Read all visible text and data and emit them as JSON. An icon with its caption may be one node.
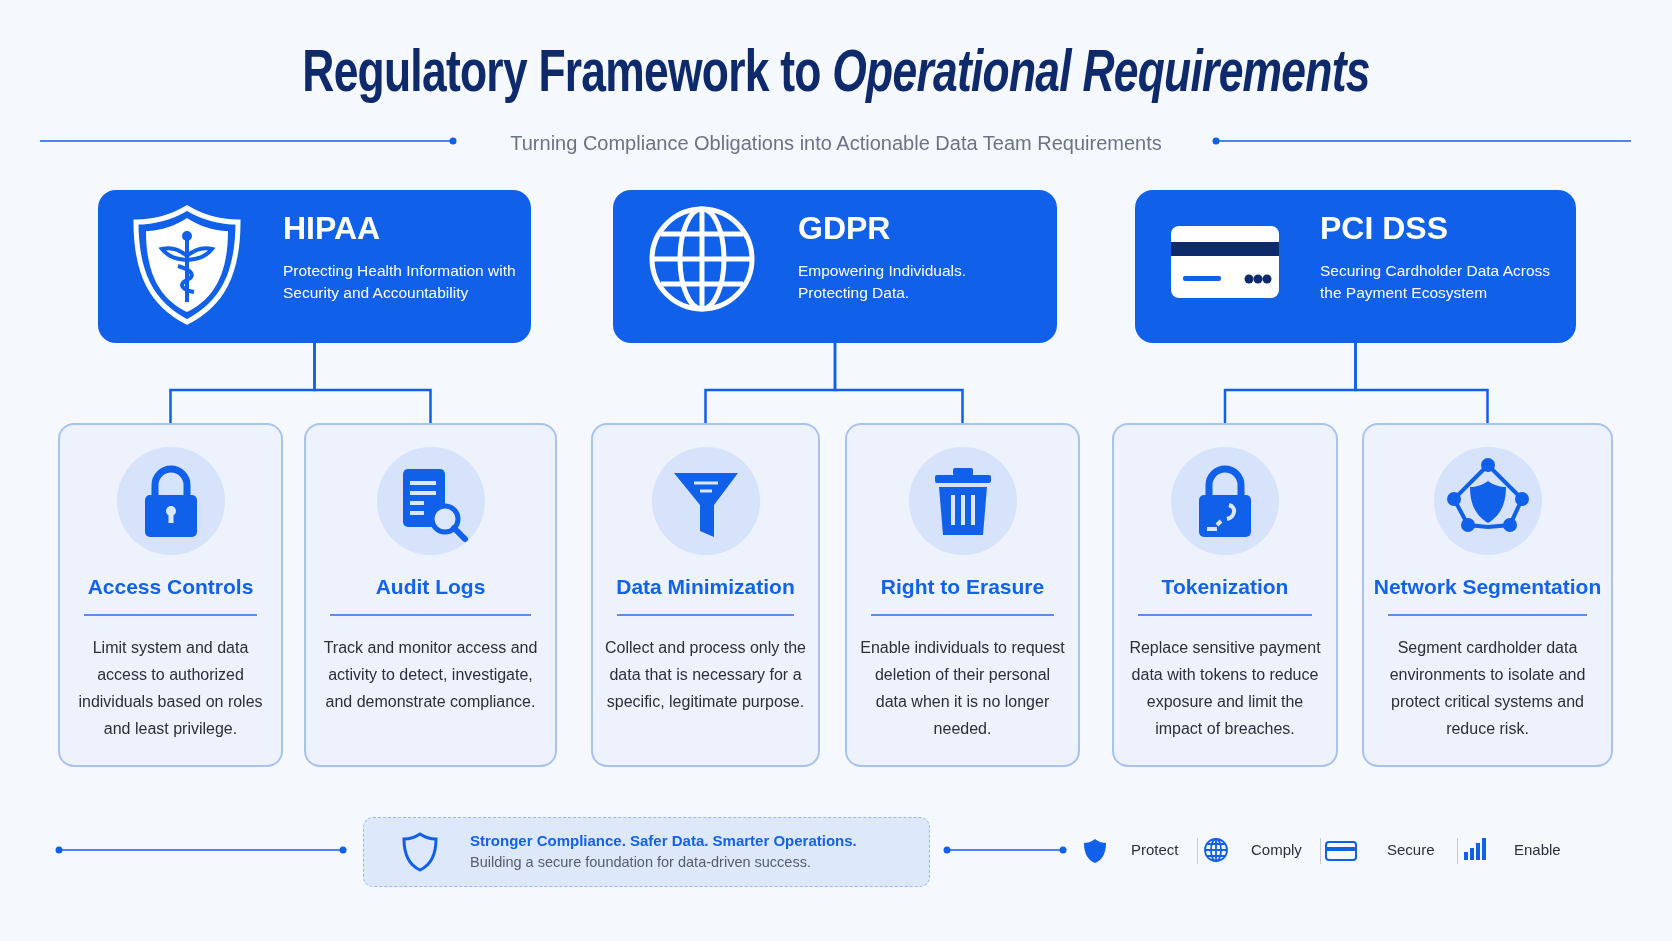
{
  "diagram": {
    "title": "Regulatory Framework to *Operational Requirements*",
    "caption": "Turning Compliance Obligations into Actionable Data Team Requirements",
    "nodes": [
      {
        "text": [
          "HIPAA",
          "Protecting Health Information with Security and Accountability"
        ]
      },
      {
        "text": [
          "GDPR",
          "Empowering Individuals. Protecting Data."
        ]
      },
      {
        "text": [
          "PCI DSS",
          "Securing Cardholder Data Across the Payment Ecosystem"
        ]
      },
      {
        "text": [
          "Access Controls",
          "Limit system and data access to authorized individuals based on roles and least privilege."
        ]
      },
      {
        "text": [
          "Audit Logs",
          "Track and monitor access and activity to detect, investigate, and demonstrate compliance."
        ]
      },
      {
        "text": [
          "Data Minimization",
          "Collect and process only the data that is necessary for a specific, legitimate purpose."
        ]
      },
      {
        "text": [
          "Right to Erasure",
          "Enable individuals to request deletion of their personal data when it is no longer needed."
        ]
      },
      {
        "text": [
          "Tokenization",
          "Replace sensitive payment data with tokens to reduce exposure and limit the impact of breaches."
        ]
      },
      {
        "text": [
          "Network Segmentation",
          "Segment cardholder data environments to isolate and protect critical systems and reduce risk."
        ]
      },
      {
        "text": [
          "Stronger Compliance. Safer Data. Smarter Operations.",
          "Building a secure foundation for data-driven success."
        ]
      }
    ],
    "edges": [
      {
        "from": 0,
        "to": 3,
        "arrow": "none"
      },
      {
        "from": 0,
        "to": 4,
        "arrow": "none"
      },
      {
        "from": 1,
        "to": 5,
        "arrow": "none"
      },
      {
        "from": 1,
        "to": 6,
        "arrow": "none"
      },
      {
        "from": 2,
        "to": 7,
        "arrow": "none"
      },
      {
        "from": 2,
        "to": 8,
        "arrow": "none"
      }
    ],
    "legend": [
      {
        "text": "Protect"
      },
      {
        "text": "Comply"
      },
      {
        "text": "Secure"
      },
      {
        "text": "Enable"
      }
    ]
  }
}
